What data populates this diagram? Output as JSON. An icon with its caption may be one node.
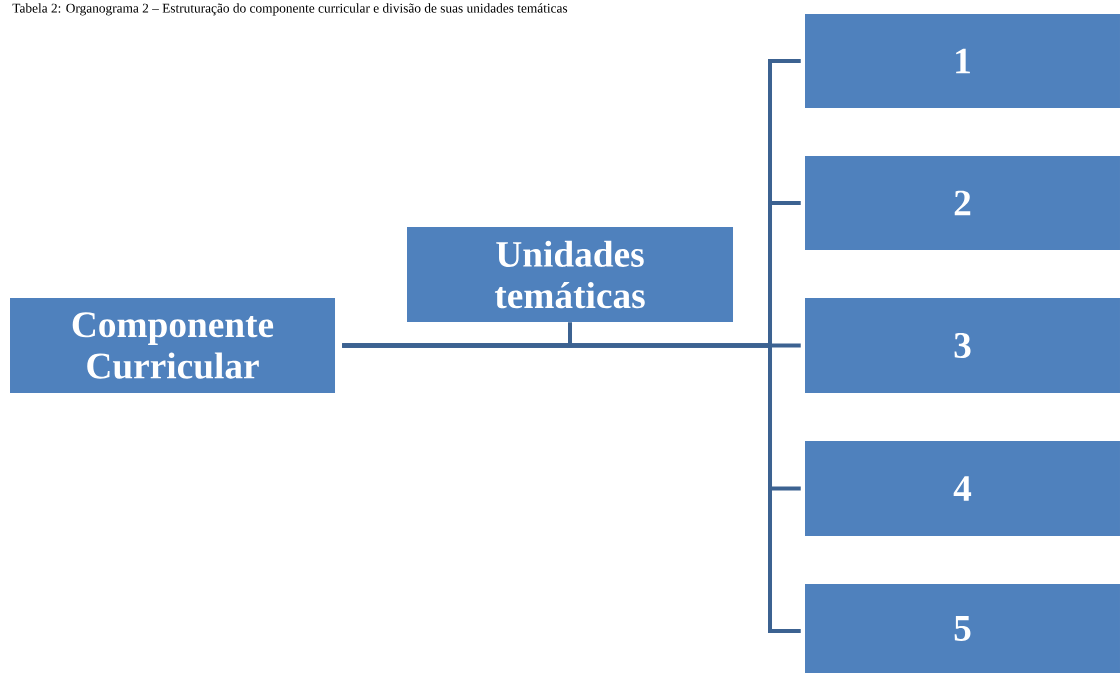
{
  "diagram": {
    "title": "Tabela 2: Organograma 2 – Estruturação do componente curricular e divisão de suas unidades temáticas",
    "nodes": [
      {
        "text": [
          "Componente Curricular"
        ]
      },
      {
        "text": [
          "Unidades temáticas"
        ]
      },
      {
        "text": [
          "1"
        ]
      },
      {
        "text": [
          "2"
        ]
      },
      {
        "text": [
          "3"
        ]
      },
      {
        "text": [
          "4"
        ]
      },
      {
        "text": [
          "5"
        ]
      }
    ],
    "edges": [
      {
        "from": 0,
        "to": 1,
        "arrow": "none"
      },
      {
        "from": 0,
        "to": 2,
        "arrow": "none"
      },
      {
        "from": 0,
        "to": 3,
        "arrow": "none"
      },
      {
        "from": 0,
        "to": 4,
        "arrow": "none"
      },
      {
        "from": 0,
        "to": 5,
        "arrow": "none"
      },
      {
        "from": 0,
        "to": 6,
        "arrow": "none"
      }
    ]
  }
}
